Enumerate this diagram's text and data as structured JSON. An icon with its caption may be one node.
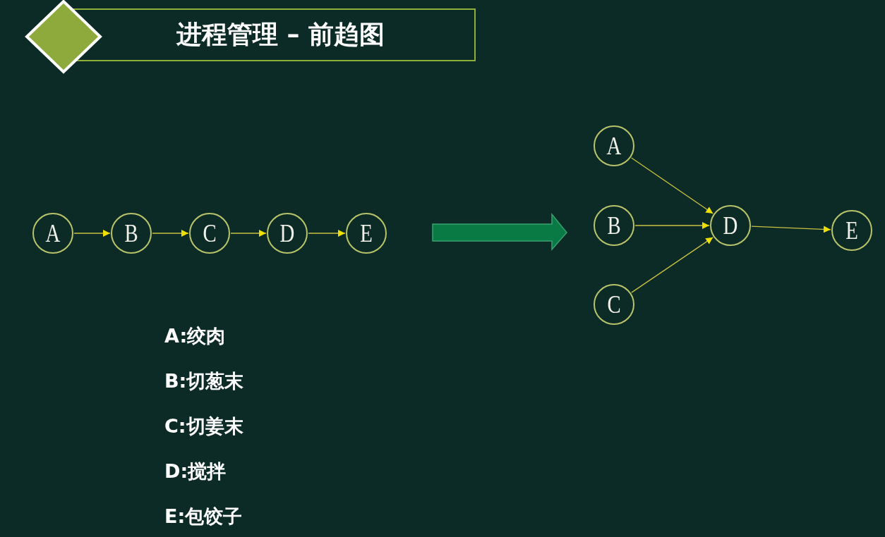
{
  "diagram": {
    "title": "进程管理 – 前趋图",
    "nodes": [
      {
        "text": [
          "A"
        ]
      },
      {
        "text": [
          "B"
        ]
      },
      {
        "text": [
          "C"
        ]
      },
      {
        "text": [
          "D"
        ]
      },
      {
        "text": [
          "E"
        ]
      },
      {
        "text": [
          "A"
        ]
      },
      {
        "text": [
          "B"
        ]
      },
      {
        "text": [
          "C"
        ]
      },
      {
        "text": [
          "D"
        ]
      },
      {
        "text": [
          "E"
        ]
      }
    ],
    "edges": [
      {
        "from": 0,
        "to": 1,
        "arrow": "to"
      },
      {
        "from": 1,
        "to": 2,
        "arrow": "to"
      },
      {
        "from": 2,
        "to": 3,
        "arrow": "to"
      },
      {
        "from": 3,
        "to": 4,
        "arrow": "to"
      },
      {
        "from": 5,
        "to": 8,
        "arrow": "to"
      },
      {
        "from": 6,
        "to": 8,
        "arrow": "to"
      },
      {
        "from": 7,
        "to": 8,
        "arrow": "to"
      },
      {
        "from": 8,
        "to": 9,
        "arrow": "to"
      }
    ],
    "labels": [
      "A:绞肉",
      "B:切葱末",
      "C:切姜末",
      "D:搅拌",
      "E:包饺子"
    ]
  }
}
